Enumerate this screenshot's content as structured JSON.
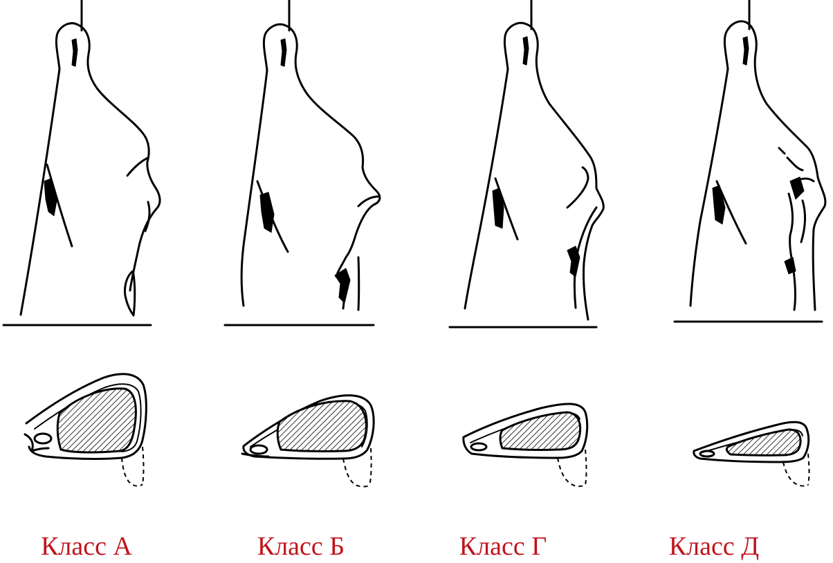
{
  "figure": {
    "classes": [
      {
        "label": "Класс А"
      },
      {
        "label": "Класс Б"
      },
      {
        "label": "Класс Г"
      },
      {
        "label": "Класс Д"
      }
    ],
    "label_color": "#c0141c",
    "line_color": "#000000"
  }
}
